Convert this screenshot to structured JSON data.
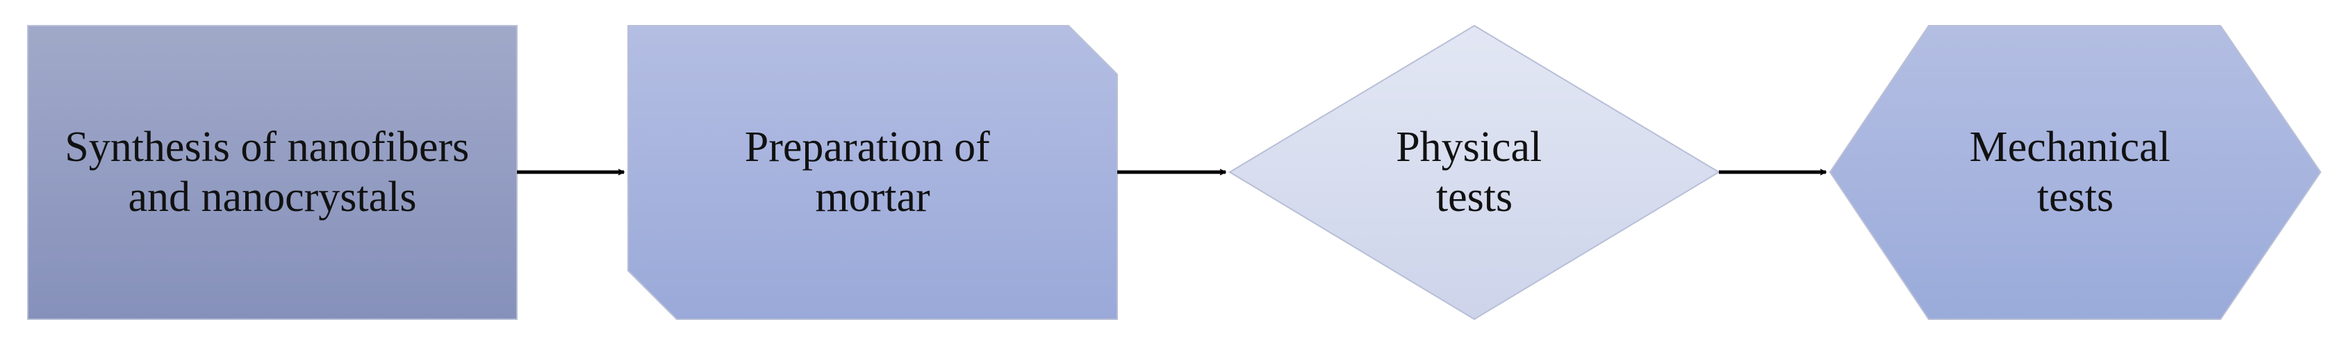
{
  "diagram": {
    "nodes": [
      {
        "id": "synthesis",
        "shape": "rectangle",
        "lines": [
          "Synthesis of nanofibers",
          "and nanocrystals"
        ]
      },
      {
        "id": "preparation",
        "shape": "snipped-corner-rectangle",
        "lines": [
          "Preparation of",
          "mortar"
        ]
      },
      {
        "id": "physical",
        "shape": "diamond",
        "lines": [
          "Physical",
          "tests"
        ]
      },
      {
        "id": "mechanical",
        "shape": "hexagon",
        "lines": [
          "Mechanical",
          "tests"
        ]
      }
    ],
    "edges": [
      {
        "from": "synthesis",
        "to": "preparation"
      },
      {
        "from": "preparation",
        "to": "physical"
      },
      {
        "from": "physical",
        "to": "mechanical"
      }
    ],
    "colors": {
      "box1_top": "#a1a9c9",
      "box1_bottom": "#8691bb",
      "box2_top": "#b4bee3",
      "box2_bottom": "#9aa9d9",
      "diamond_top": "#e3e7f4",
      "diamond_bottom": "#cdd4ea",
      "hex_top": "#b4bee3",
      "hex_bottom": "#9aabda",
      "outline": "#b8bfd6",
      "arrow": "#000000",
      "text": "#111111"
    }
  }
}
